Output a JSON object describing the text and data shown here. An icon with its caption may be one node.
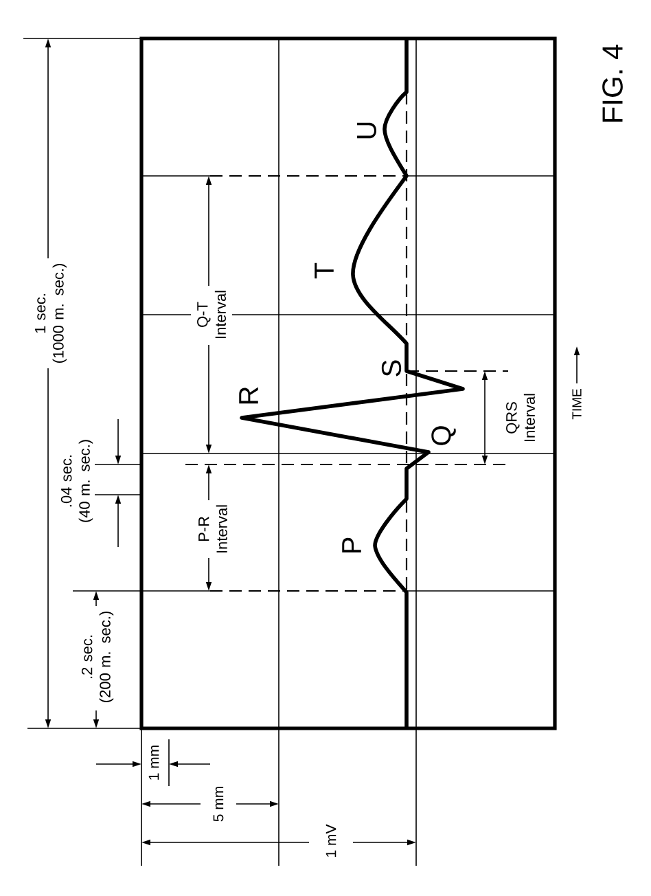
{
  "diagram": {
    "caption": "FIG. 4",
    "labels": [
      "1 sec. (1000 m. sec.)",
      ".2 sec. (200 m. sec.)",
      ".04 sec. (40 m. sec.)",
      "P-R Interval",
      "Q-T Interval",
      "R",
      "T",
      "P",
      "U",
      "S",
      "Q",
      "QRS Interval",
      "TIME",
      "1 mm",
      "5 mm",
      "1 mV"
    ]
  }
}
